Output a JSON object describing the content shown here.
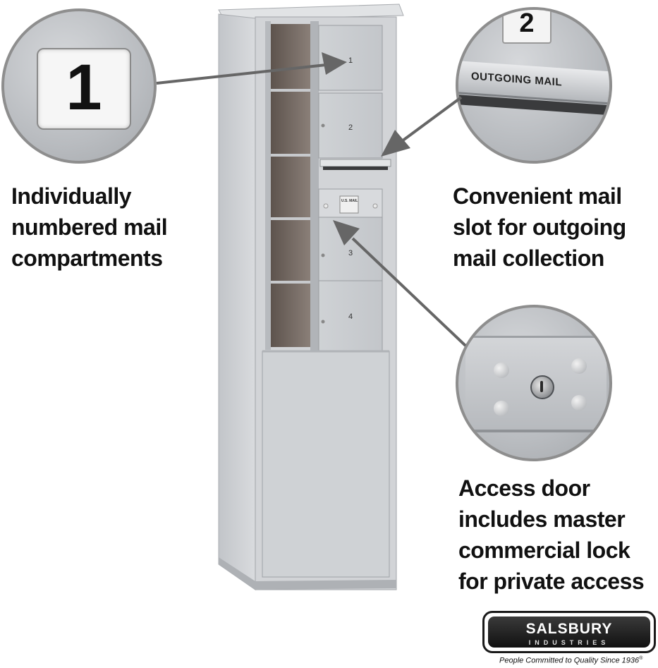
{
  "callouts": {
    "numbered": {
      "badge_number": "1",
      "lines": [
        "Individually",
        "numbered mail",
        "compartments"
      ]
    },
    "mail_slot": {
      "badge_number": "2",
      "slot_label": "OUTGOING MAIL",
      "lines": [
        "Convenient mail",
        "slot for outgoing",
        "mail collection"
      ]
    },
    "access_door": {
      "lines": [
        "Access door",
        "includes master",
        "commercial lock",
        "for private access"
      ]
    }
  },
  "mailbox": {
    "compartment_numbers": [
      "1",
      "2",
      "3",
      "4"
    ],
    "usmail_label": "U.S. MAIL"
  },
  "brand": {
    "name": "SALSBURY",
    "subtitle": "INDUSTRIES",
    "tagline": "People Committed to Quality Since 1936",
    "registered_mark": "®"
  },
  "colors": {
    "cabinet": "#c9ccd0",
    "cabinet_shadow": "#9ea2a7",
    "text": "#111111",
    "arrow": "#666666"
  }
}
